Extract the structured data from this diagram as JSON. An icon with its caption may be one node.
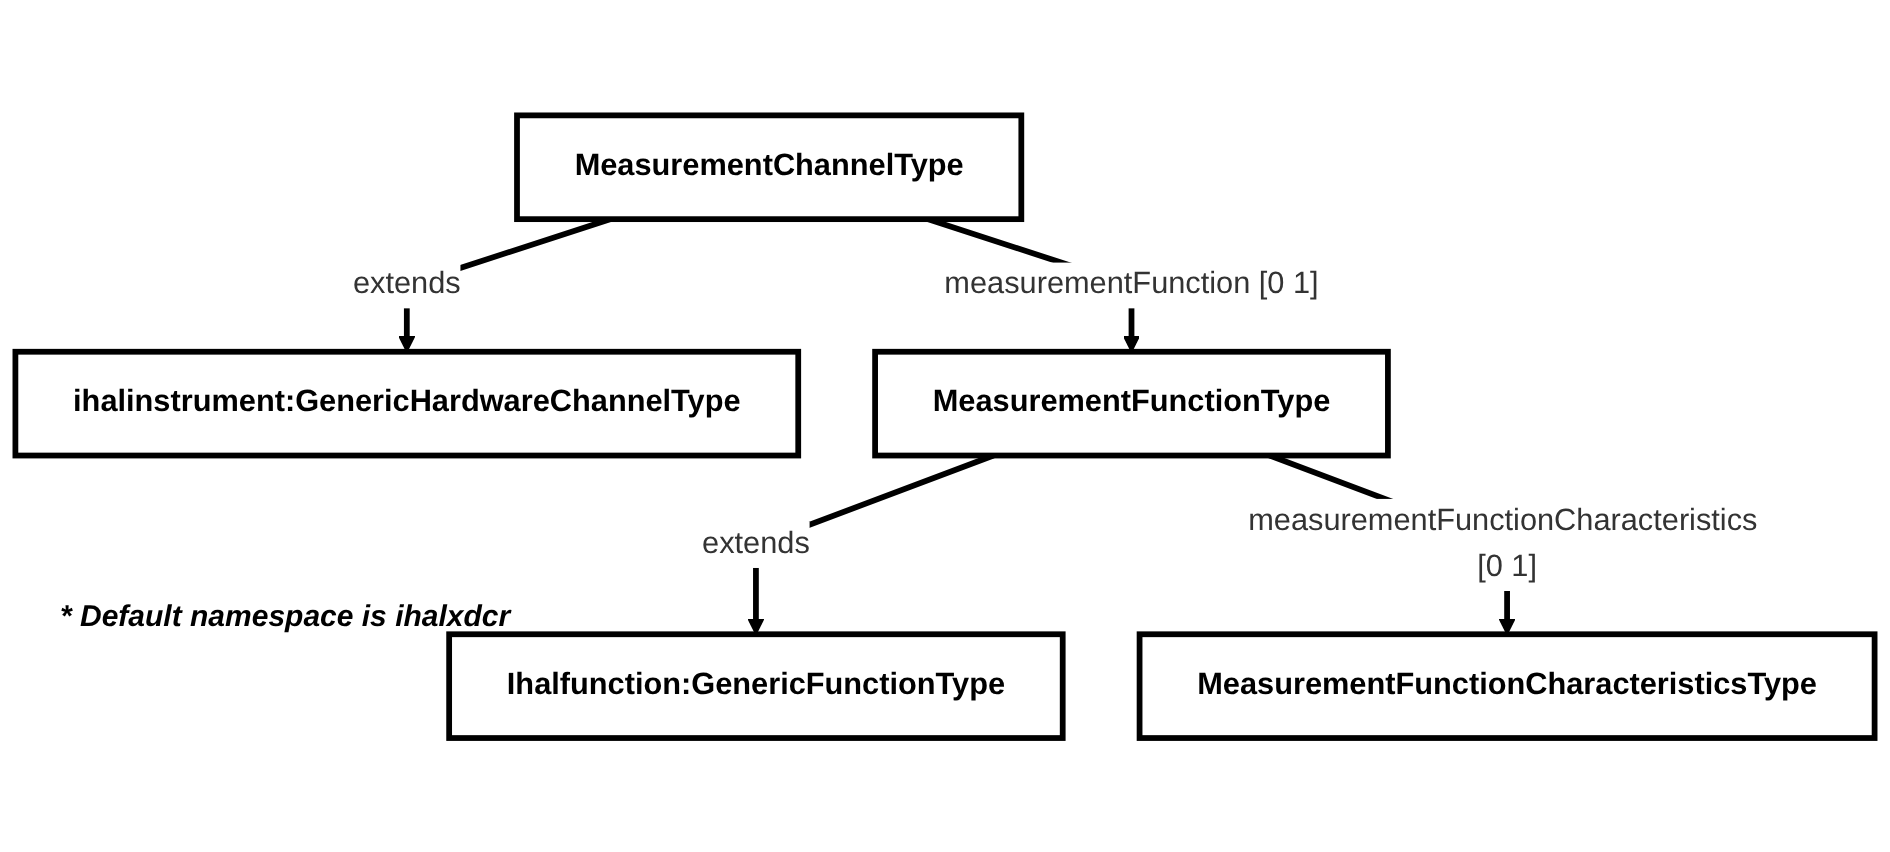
{
  "diagram": {
    "nodes": [
      {
        "text": [
          "ihalinstrument:GenericHardwareChannelType"
        ]
      },
      {
        "text": [
          "MeasurementChannelType"
        ]
      },
      {
        "text": [
          "Ihalfunction:GenericFunctionType"
        ]
      },
      {
        "text": [
          "MeasurementFunctionType"
        ]
      },
      {
        "text": [
          "MeasurementFunctionCharacteristicsType"
        ]
      }
    ],
    "edges": [
      {
        "from": 1,
        "to": 0,
        "arrow": "to",
        "label": "extends"
      },
      {
        "from": 1,
        "to": 3,
        "arrow": "to",
        "label": "measurementFunction [0 1]"
      },
      {
        "from": 3,
        "to": 2,
        "arrow": "to",
        "label": "extends"
      },
      {
        "from": 3,
        "to": 4,
        "arrow": "to",
        "label": "measurementFunctionCharacteristics [0 1]"
      }
    ],
    "labels": [
      "* Default namespace is ihalxdcr"
    ]
  }
}
